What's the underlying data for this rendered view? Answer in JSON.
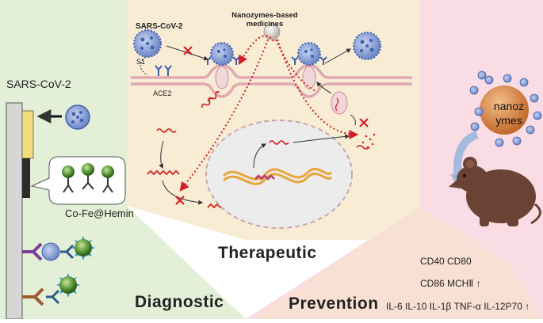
{
  "labels": {
    "sars_cov2_left": "SARS-CoV-2",
    "co_fe_hemin": "Co-Fe@Hemin",
    "diagnostic": "Diagnostic",
    "therapeutic": "Therapeutic",
    "prevention": "Prevention",
    "sars_cov2_top": "SARS-CoV-2",
    "nanozymes_medicines": "Nanozymes-based medicines",
    "s1": "S1",
    "ace2": "ACE2",
    "nanozymes": "nanoz ymes",
    "markers_line1": "CD40 CD80",
    "markers_line2": "CD86 MCHⅡ ↑",
    "markers_line3": "IL-6 IL-10 IL-1β TNF-α IL-12P70 ↑"
  },
  "colors": {
    "diagnostic_bg": "#e4efd7",
    "therapeutic_bg": "#f8ecd5",
    "prevention_bg": "#f9dce4",
    "virus": "#3f62b0",
    "rna_red": "#d0312d",
    "rna_orange": "#e8a53c",
    "inhibit_arrow": "#d21f26",
    "nanozyme_particle": "#d27c3a",
    "mouse": "#6b4334"
  },
  "icons": [
    "virus-icon",
    "cell-membrane-icon",
    "nucleus-icon",
    "mouse-icon",
    "nanozyme-particle-icon",
    "antibody-icon",
    "inhibit-x-icon"
  ]
}
